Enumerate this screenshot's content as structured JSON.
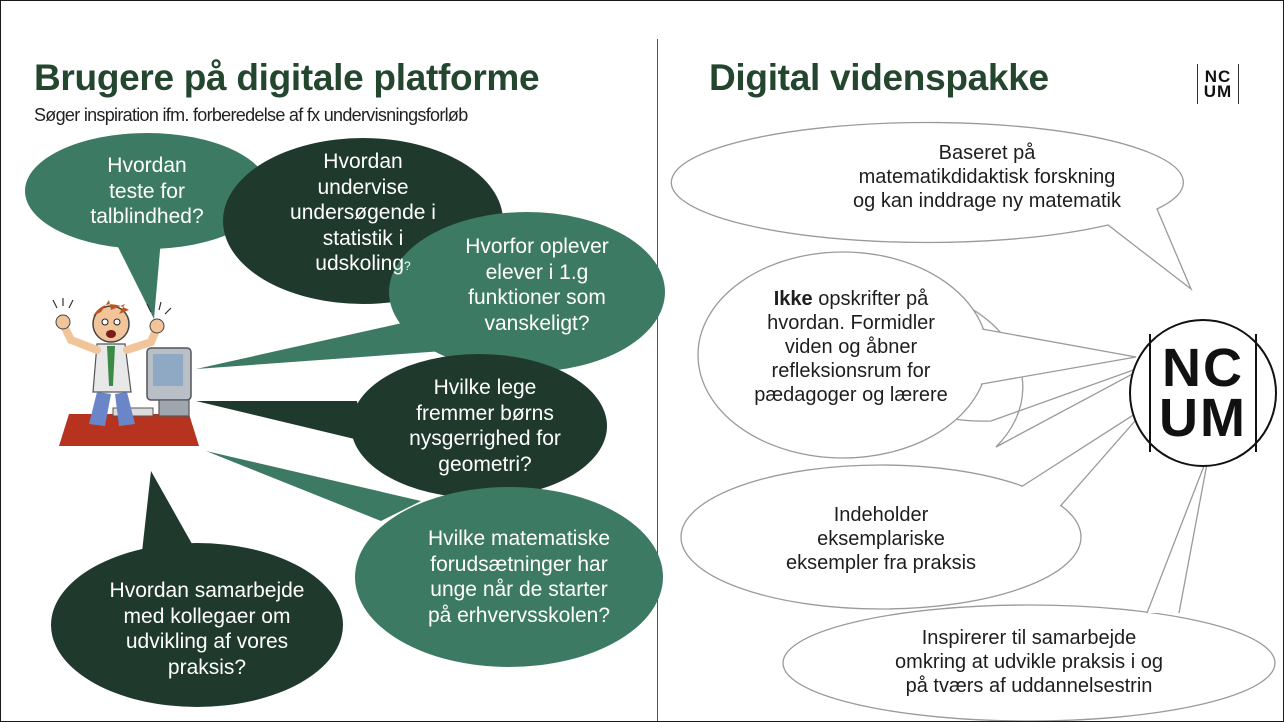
{
  "slide": {
    "left_title": "Brugere på digitale platforme",
    "left_subtitle": "Søger inspiration ifm. forberedelse af fx undervisningsforløb",
    "right_title": "Digital videnspakke",
    "logo": {
      "line1": "NC",
      "line2": "UM"
    }
  },
  "questions": [
    {
      "lines": [
        "Hvordan",
        "teste for",
        "talblindhed?"
      ]
    },
    {
      "lines": [
        "Hvordan",
        "undervise",
        "undersøgende i",
        "statistik i",
        "udskoling"
      ],
      "suffix": "?"
    },
    {
      "lines": [
        "Hvorfor oplever",
        "elever i 1.g",
        "funktioner som",
        "vanskeligt?"
      ]
    },
    {
      "lines": [
        "Hvilke lege",
        "fremmer børns",
        "nysgerrighed for",
        "geometri?"
      ]
    },
    {
      "lines": [
        "Hvilke matematiske",
        "forudsætninger har",
        "unge når de starter",
        "på erhvervsskolen?"
      ]
    },
    {
      "lines": [
        "Hvordan samarbejde",
        "med kollegaer om",
        "udvikling af vores",
        "praksis?"
      ]
    }
  ],
  "features": [
    {
      "lines": [
        "Baseret på",
        "matematikdidaktisk forskning",
        "og kan inddrage ny matematik"
      ]
    },
    {
      "bold_lead": "Ikke",
      "lines": [
        " opskrifter på",
        "hvordan. Formidler",
        "viden og åbner",
        "refleksionsrum for",
        "pædagoger og lærere"
      ]
    },
    {
      "lines": [
        "Indeholder",
        "eksemplariske",
        "eksempler fra praksis"
      ]
    },
    {
      "lines": [
        "Inspirerer til samarbejde",
        "omkring at udvikle praksis i og",
        "på tværs af uddannelsestrin"
      ]
    }
  ],
  "colors": {
    "title": "#24462f",
    "bubble_mid_green": "#3d7a63",
    "bubble_dark_green": "#1f3a2c",
    "outline_grey": "#9a9a9a"
  },
  "icons": {
    "person_at_computer": "stressed-person-at-computer-icon",
    "logo": "ncum-logo"
  }
}
